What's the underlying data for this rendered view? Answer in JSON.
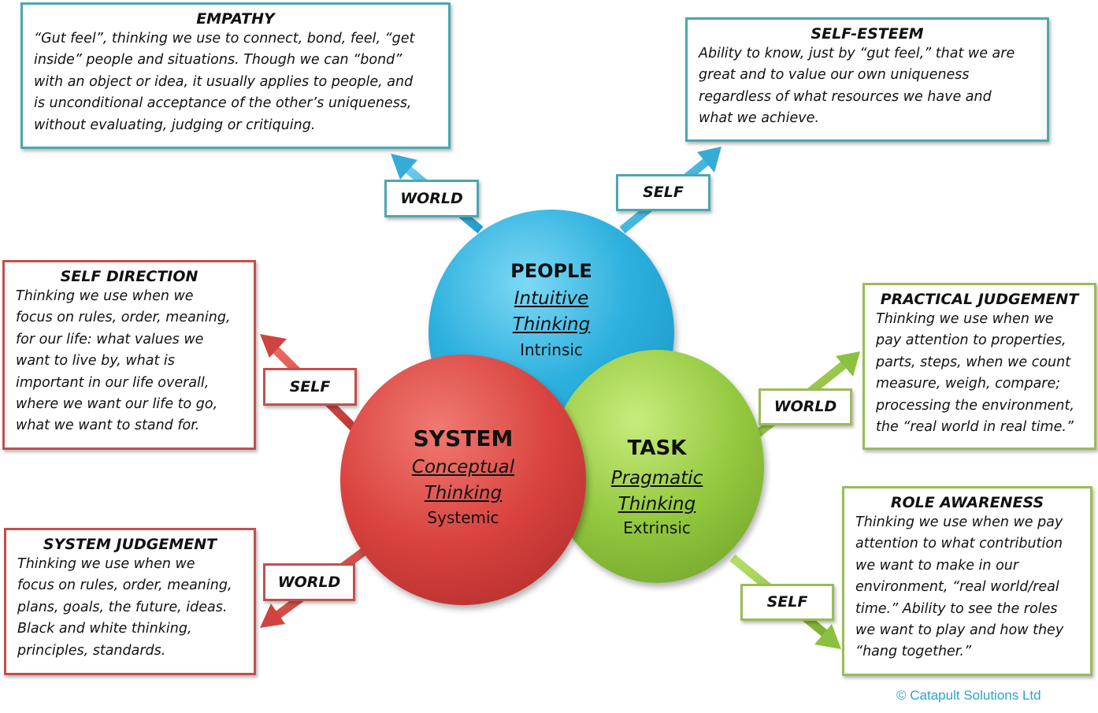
{
  "circles": {
    "people": {
      "title": "PEOPLE",
      "line1": "Intuitive",
      "line2": "Thinking",
      "footer": "Intrinsic"
    },
    "system": {
      "title": "SYSTEM",
      "line1": "Conceptual",
      "line2": "Thinking",
      "footer": "Systemic"
    },
    "task": {
      "title": "TASK",
      "line1": "Pragmatic",
      "line2": "Thinking",
      "footer": "Extrinsic"
    }
  },
  "boxes": {
    "empathy": {
      "title": "EMPATHY",
      "lines": [
        "“Gut feel”, thinking we use to connect, bond, feel, “get",
        "inside” people and situations. Though we can “bond”",
        "with an object or idea, it usually applies to people, and",
        "is unconditional acceptance of the other’s uniqueness,",
        "without evaluating, judging or critiquing."
      ]
    },
    "self_esteem": {
      "title": "SELF-ESTEEM",
      "lines": [
        "Ability to know, just by “gut feel,” that we are",
        "great and to value our own uniqueness",
        "regardless of what resources we have and",
        "what we achieve."
      ]
    },
    "self_direction": {
      "title": "SELF DIRECTION",
      "lines": [
        "Thinking we use when we",
        "focus on rules, order, meaning,",
        "for our life: what values we",
        "want to live by, what is",
        "important in our life overall,",
        "where we want our life to go,",
        "what we want to stand for."
      ]
    },
    "practical_judgement": {
      "title": "PRACTICAL JUDGEMENT",
      "lines": [
        "Thinking we use when we",
        "pay attention to properties,",
        "parts, steps, when we count",
        "measure, weigh, compare;",
        "processing the environment,",
        "the “real world in real time.”"
      ]
    },
    "system_judgement": {
      "title": "SYSTEM JUDGEMENT",
      "lines": [
        "Thinking we use when we",
        "focus on rules, order, meaning,",
        "plans, goals, the future, ideas.",
        "Black and white thinking,",
        "principles, standards."
      ]
    },
    "role_awareness": {
      "title": "ROLE AWARENESS",
      "lines": [
        "Thinking we use when we pay",
        "attention to what contribution",
        "we want to make in our",
        "environment, “real world/real",
        "time.” Ability to see the roles",
        "we want to play and how they",
        "“hang together.”"
      ]
    }
  },
  "tags": {
    "people_world": "WORLD",
    "people_self": "SELF",
    "system_self": "SELF",
    "system_world": "WORLD",
    "task_world": "WORLD",
    "task_self": "SELF"
  },
  "colors": {
    "people": "#2db0de",
    "system": "#d9423e",
    "task": "#93c83e",
    "teal_border": "#4aa7b3",
    "red_border": "#c0504d",
    "green_border": "#9bbb59",
    "credit": "#2aa5c9"
  },
  "credit": "© Catapult Solutions Ltd"
}
